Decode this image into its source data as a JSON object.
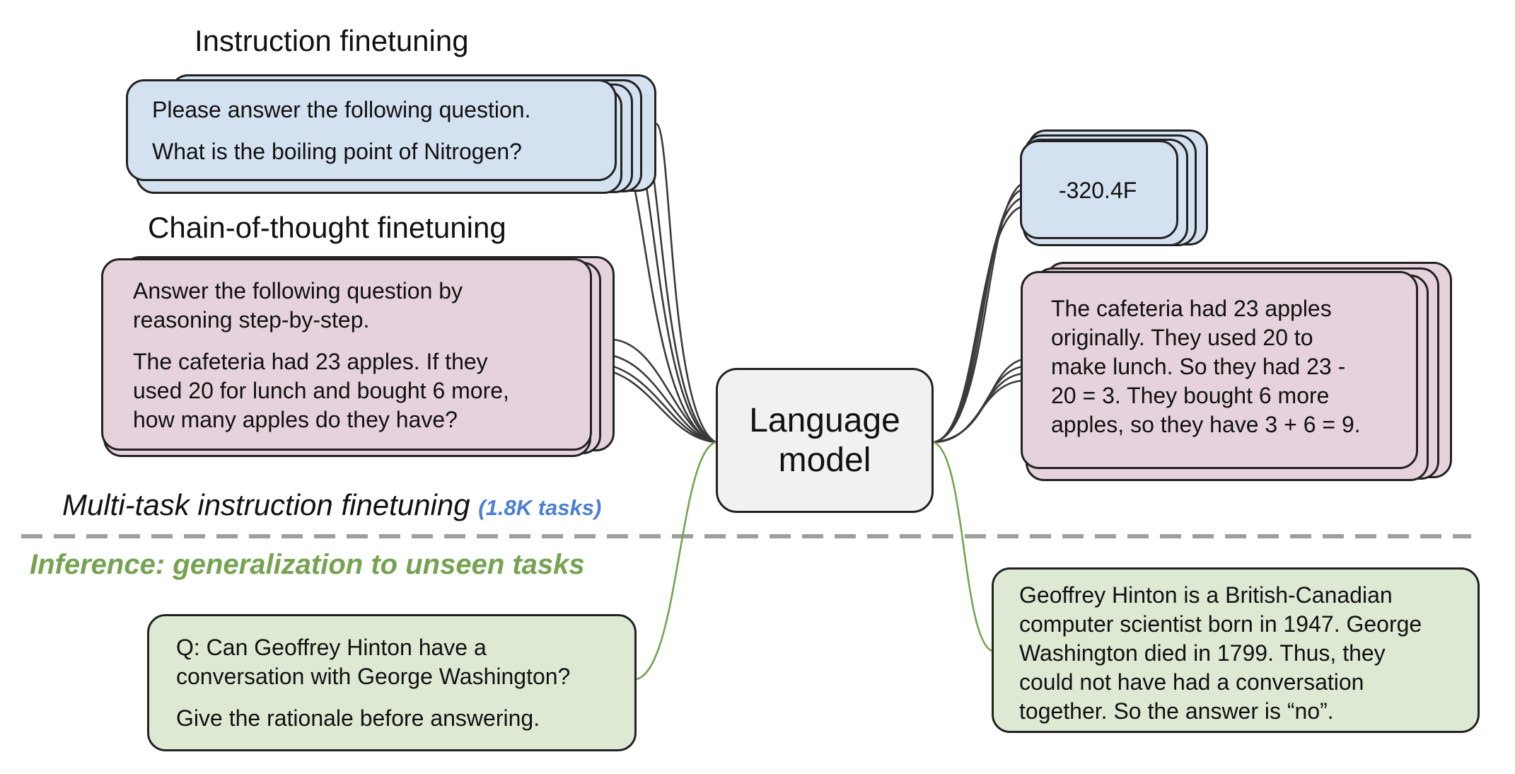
{
  "headings": {
    "instruction": "Instruction finetuning",
    "chain_of_thought": "Chain-of-thought finetuning",
    "multi_task": "Multi-task instruction finetuning",
    "multi_task_count": "(1.8K tasks)",
    "inference": "Inference: generalization to unseen tasks"
  },
  "instruction_input": {
    "line1": "Please answer the following question.",
    "line2": "What is the boiling point of Nitrogen?"
  },
  "cot_input": {
    "para1_line1": "Answer the following question by",
    "para1_line2": "reasoning step-by-step.",
    "para2_line1": "The cafeteria had 23 apples. If they",
    "para2_line2": "used 20 for lunch and bought 6 more,",
    "para2_line3": "how many apples do they have?"
  },
  "language_model": {
    "line1": "Language",
    "line2": "model"
  },
  "instruction_output": {
    "text": "-320.4F"
  },
  "cot_output": {
    "line1": "The cafeteria had 23 apples",
    "line2": "originally. They used 20 to",
    "line3": "make lunch. So they had 23 -",
    "line4": "20 = 3. They bought 6 more",
    "line5": "apples, so they have 3 + 6 = 9."
  },
  "inference_input": {
    "para1_line1": "Q: Can Geoffrey Hinton have a",
    "para1_line2": "conversation with George Washington?",
    "para2_line1": "Give the rationale before answering."
  },
  "inference_output": {
    "line1": "Geoffrey Hinton is a British-Canadian",
    "line2": "computer scientist born in 1947. George",
    "line3": "Washington died in 1799. Thus, they",
    "line4": "could not have had a conversation",
    "line5": "together. So the answer is “no”."
  },
  "colors": {
    "blue_card": "#d4e1f1",
    "pink_card": "#e6d2dc",
    "green_card": "#dee9d4",
    "model_card": "#f1f1f1",
    "inference_accent": "#76a352",
    "task_count_accent": "#4a7fd4",
    "divider": "#9e9e9e",
    "training_wires": "#3a3a3a"
  }
}
